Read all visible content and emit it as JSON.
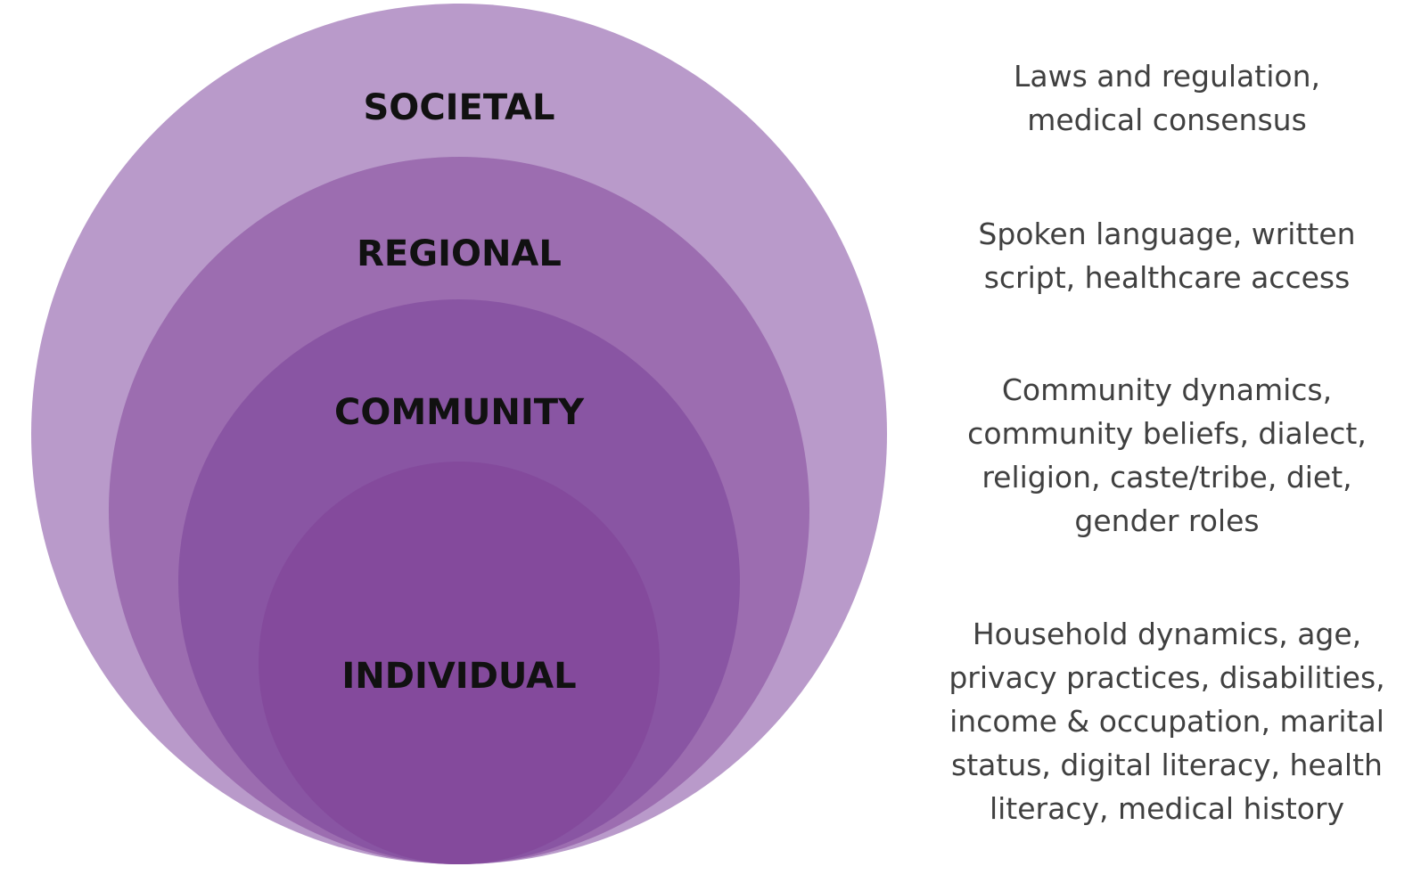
{
  "colors": {
    "societal": "#b99aca",
    "regional": "#9c6db0",
    "community": "#8955a3",
    "individual": "#844a9c",
    "label_text": "#111111",
    "description_text": "#404040"
  },
  "layers": [
    {
      "id": "societal",
      "label": "SOCIETAL",
      "description_lines": [
        "Laws and regulation,",
        "medical consensus"
      ]
    },
    {
      "id": "regional",
      "label": "REGIONAL",
      "description_lines": [
        "Spoken language, written",
        "script, healthcare access"
      ]
    },
    {
      "id": "community",
      "label": "COMMUNITY",
      "description_lines": [
        "Community dynamics,",
        "community beliefs, dialect,",
        "religion, caste/tribe, diet,",
        "gender roles"
      ]
    },
    {
      "id": "individual",
      "label": "INDIVIDUAL",
      "description_lines": [
        "Household dynamics, age,",
        "privacy practices, disabilities,",
        "income & occupation, marital",
        "status, digital literacy, health",
        "literacy, medical history"
      ]
    }
  ]
}
